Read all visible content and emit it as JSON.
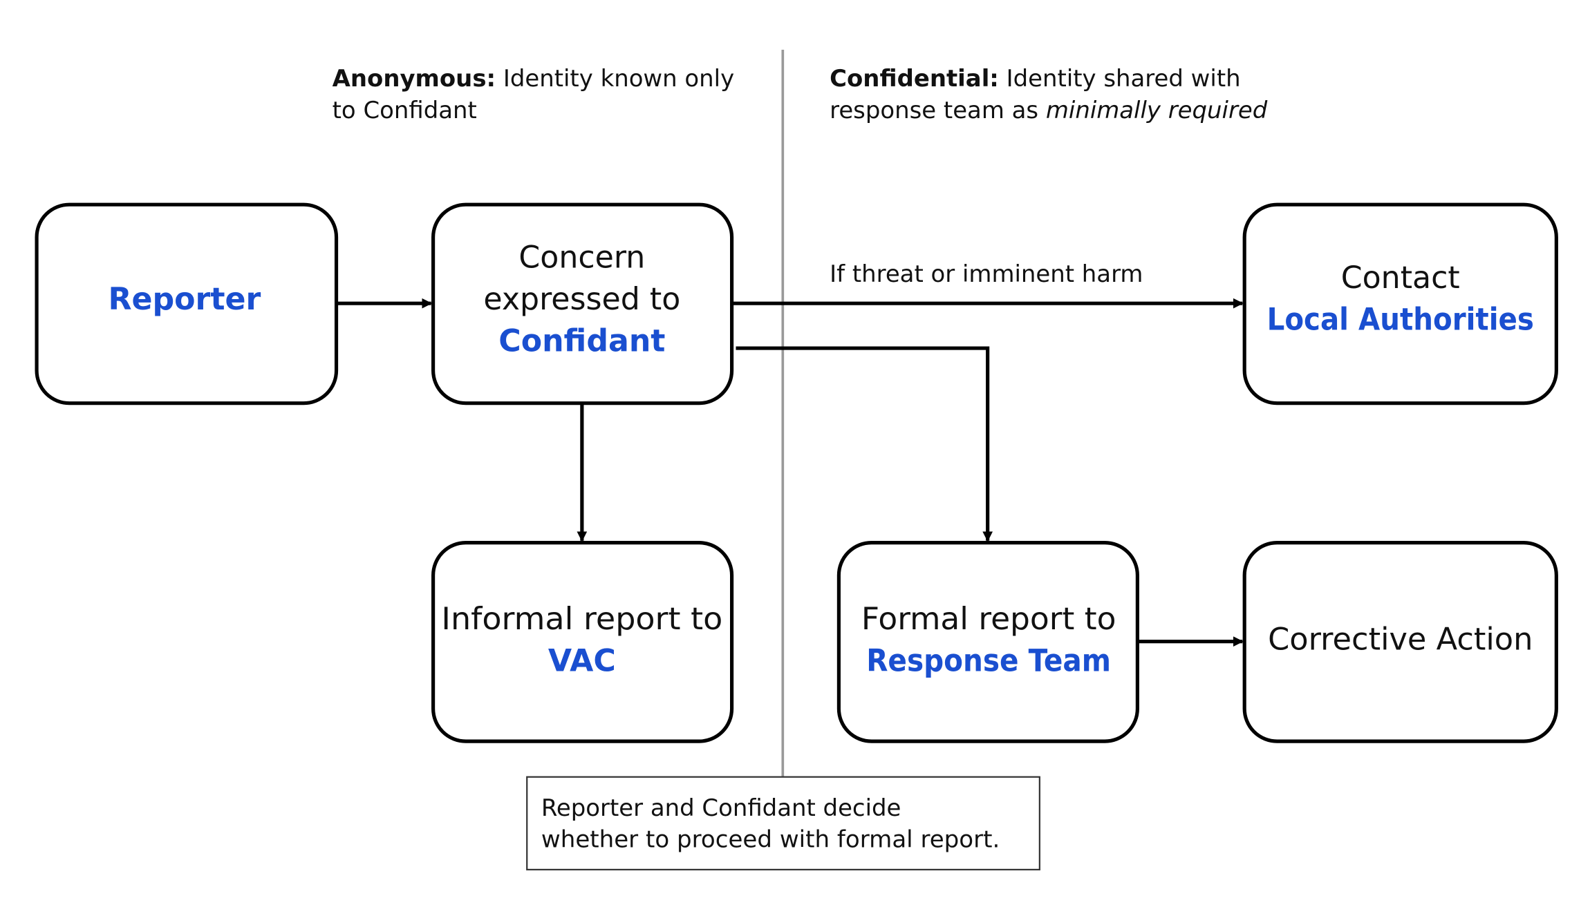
{
  "headers": {
    "anonymous": {
      "bold": "Anonymous:",
      "line1": " Identity known only",
      "line2": "to Confidant"
    },
    "confidential": {
      "bold": "Confidential:",
      "line1": " Identity shared with",
      "line2a": "response team as ",
      "line2b": "minimally required"
    }
  },
  "nodes": {
    "reporter": {
      "highlight": "Reporter"
    },
    "concern": {
      "line1": "Concern",
      "line2": "expressed to",
      "highlight": "Confidant"
    },
    "contact": {
      "line1": "Contact",
      "highlight": "Local Authorities"
    },
    "informal": {
      "line1": "Informal report to",
      "highlight": "VAC"
    },
    "formal": {
      "line1": "Formal report to",
      "highlight": "Response Team"
    },
    "corrective": {
      "line1": "Corrective Action"
    }
  },
  "edges": {
    "threat_label": "If threat or imminent harm"
  },
  "note": {
    "line1": "Reporter and Confidant decide",
    "line2": "whether to proceed with formal report."
  },
  "colors": {
    "highlight": "#1a4fd0",
    "divider": "#999999",
    "stroke": "#000000"
  }
}
